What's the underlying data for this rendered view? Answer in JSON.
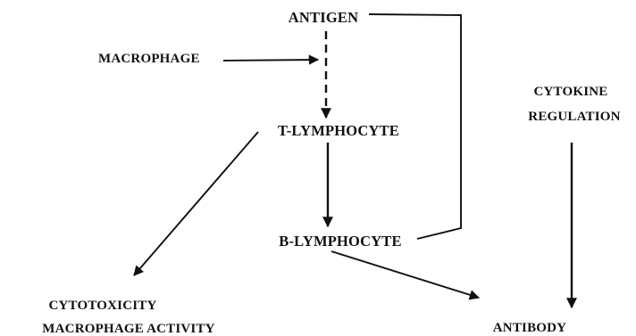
{
  "nodes": {
    "antigen": "ANTIGEN",
    "macrophage": "MACROPHAGE",
    "t_lymphocyte": "T-LYMPHOCYTE",
    "b_lymphocyte": "B-LYMPHOCYTE",
    "cytokine_line1": "CYTOKINE",
    "cytokine_line2": "REGULATION",
    "cytotoxicity_line1": "CYTOTOXICITY",
    "cytotoxicity_line2": "MACROPHAGE ACTIVITY",
    "antibody": "ANTIBODY"
  },
  "colors": {
    "ink": "#111111",
    "background": "#ffffff"
  }
}
